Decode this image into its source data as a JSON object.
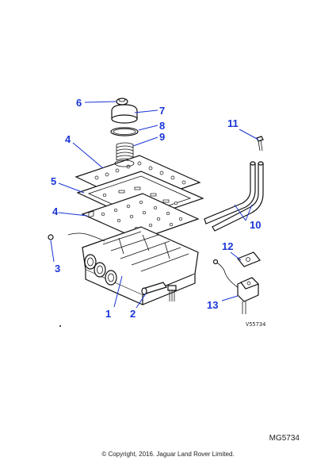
{
  "callouts": {
    "c1": "1",
    "c2": "2",
    "c3": "3",
    "c4a": "4",
    "c4b": "4",
    "c5": "5",
    "c6": "6",
    "c7": "7",
    "c8": "8",
    "c9": "9",
    "c10": "10",
    "c11": "11",
    "c12": "12",
    "c13": "13"
  },
  "drawing_ref": "V55734",
  "diagram_code": "MG5734",
  "copyright": "© Copyright, 2016. Jaguar Land Rover Limited.",
  "colors": {
    "callout": "#1a35d6",
    "line": "#111111"
  }
}
